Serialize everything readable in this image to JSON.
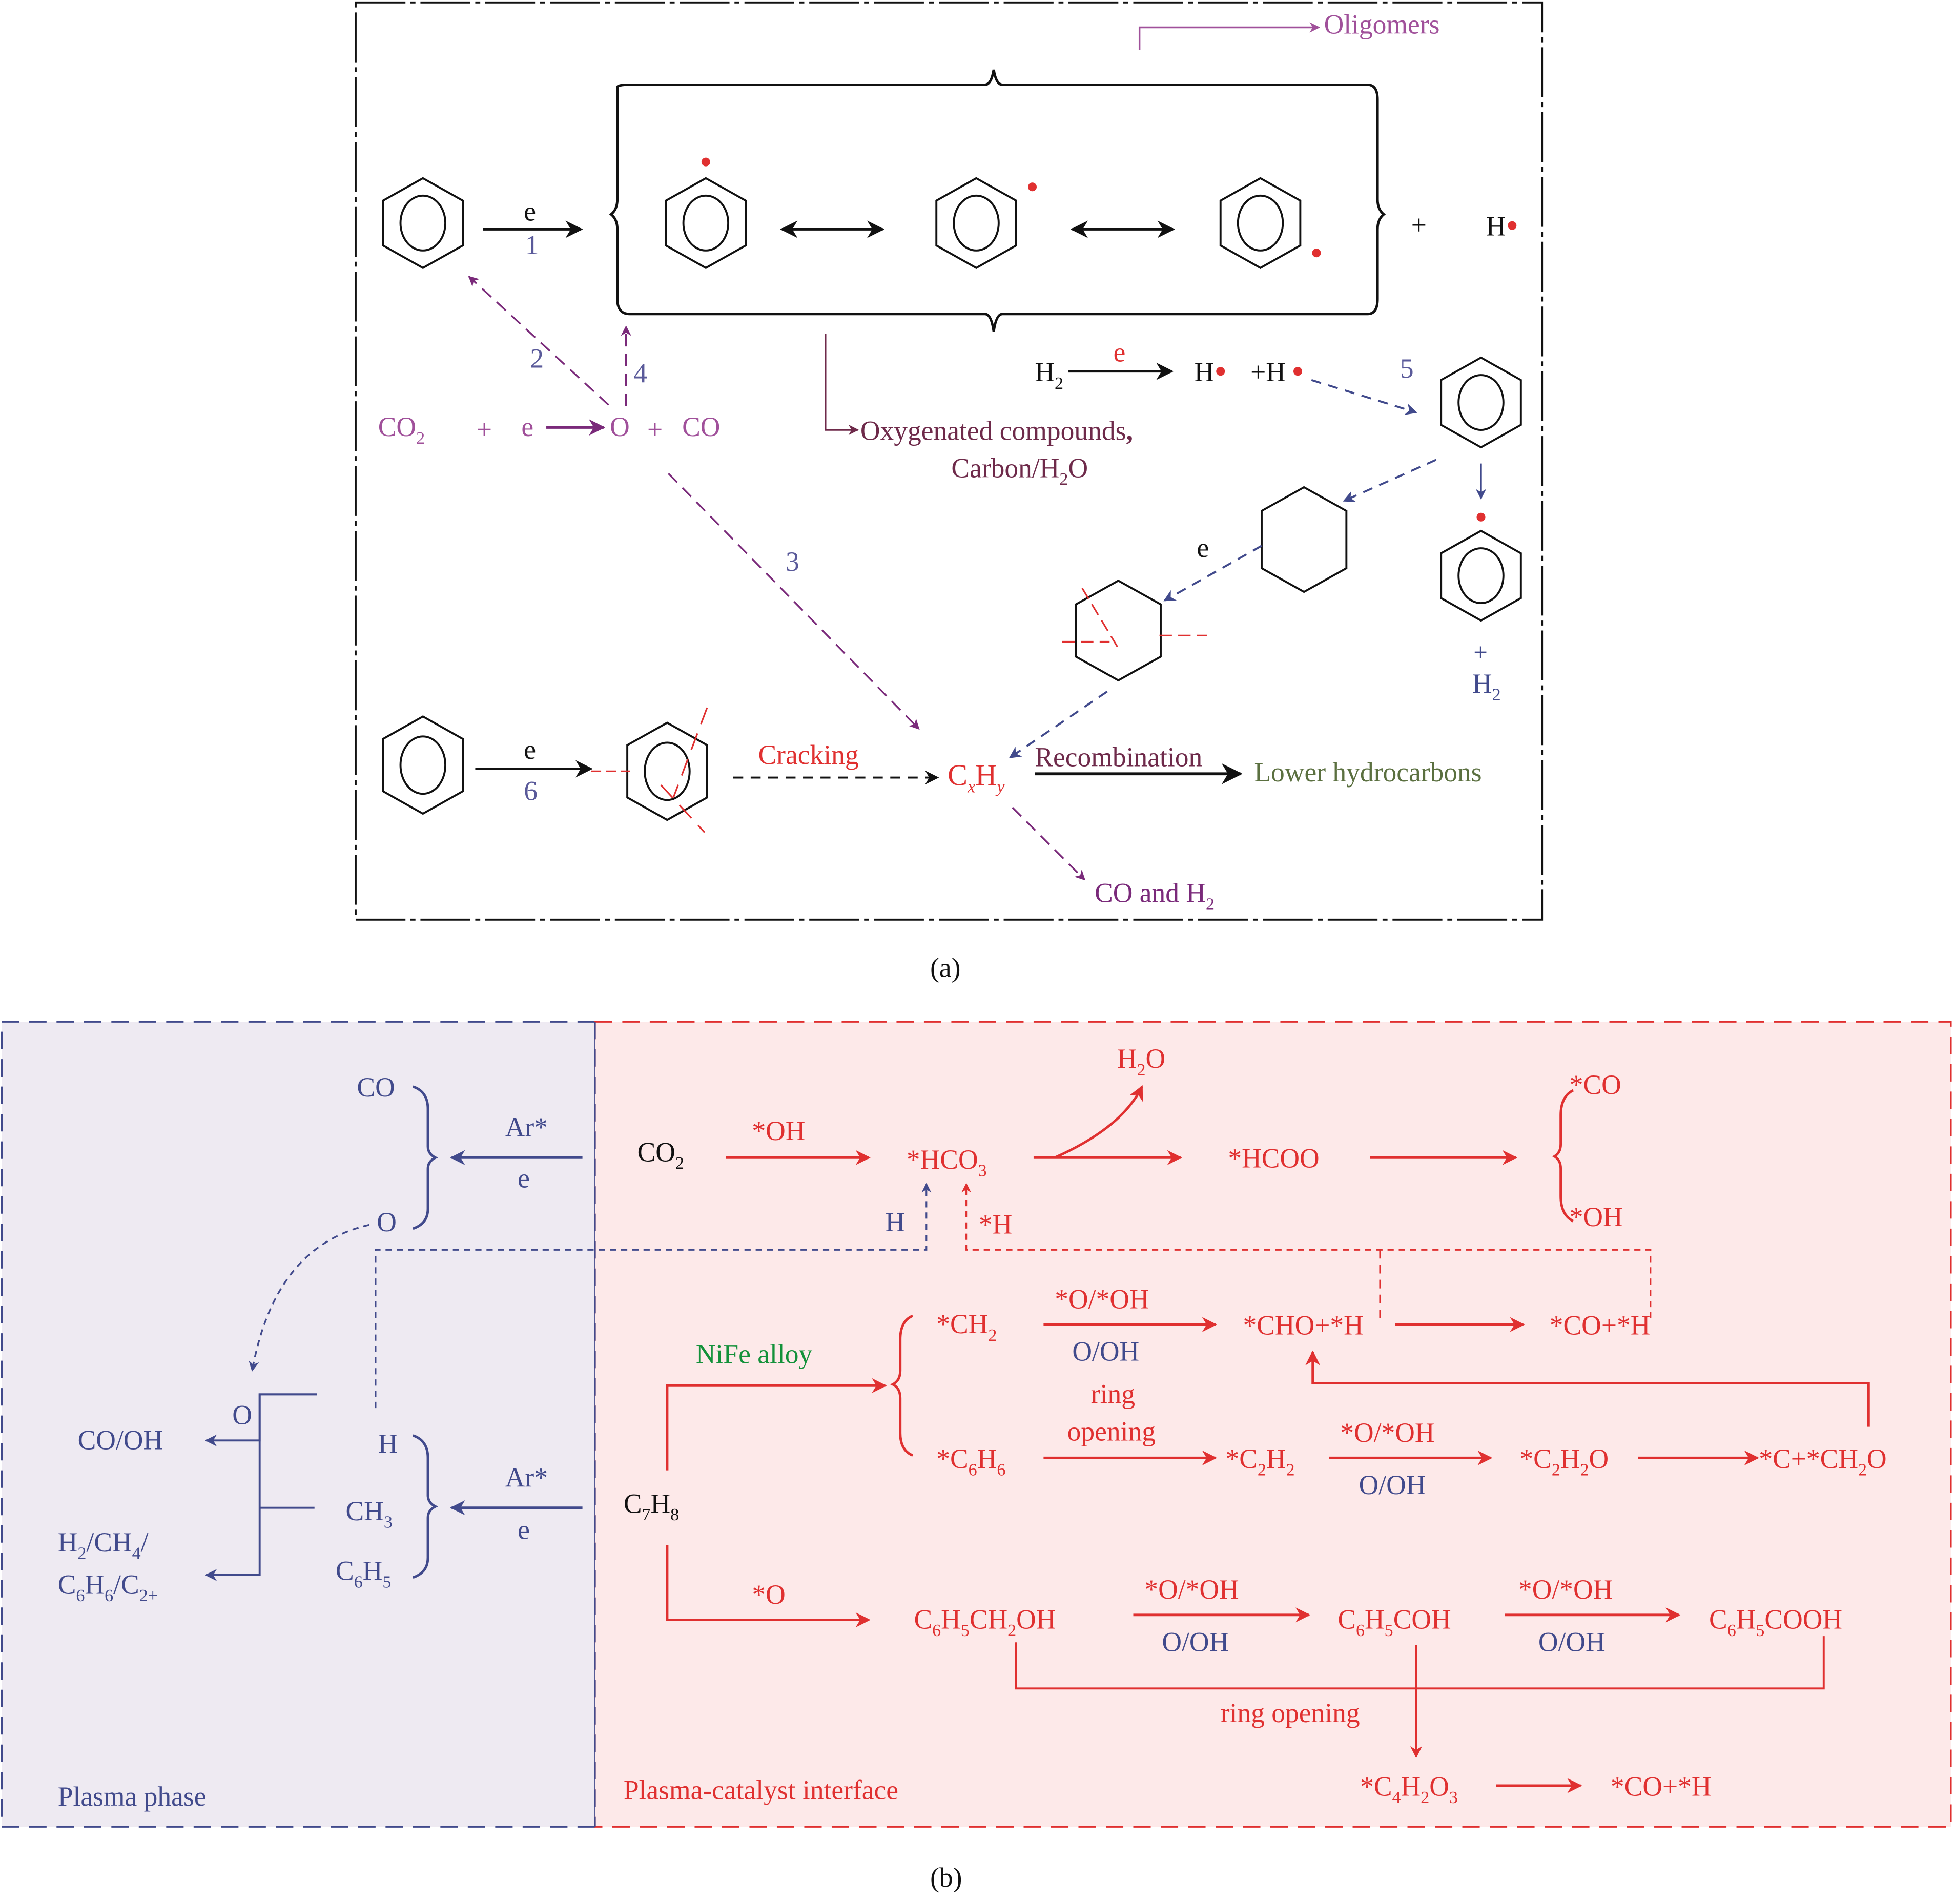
{
  "colors": {
    "black": "#111111",
    "oligomer_purple": "#a0509a",
    "plum": "#6e2a4a",
    "step_number": "#5a5a9a",
    "red": "#e03030",
    "olive_green": "#5b7040",
    "dark_purple": "#7a2a7a",
    "navy": "#414a8c",
    "green": "#13913a",
    "plasma_phase_bg": "#eeeaf2",
    "interface_bg": "#fde9e9"
  },
  "panel_a": {
    "caption": "(a)",
    "oligomers": "Oligomers",
    "reaction1": {
      "label_top": "e",
      "step": "1"
    },
    "plus": "+",
    "h_radical": "H",
    "h2": "H",
    "h2_sub": "2",
    "h2_arrow_label": "e",
    "h_radical_1": "H",
    "h_radical_2": "+H",
    "step5": "5",
    "step2": "2",
    "step4": "4",
    "step3": "3",
    "step6": "6",
    "co2": "CO",
    "co2_sub": "2",
    "co2_plus": "+",
    "co2_e": "e",
    "o_product": "O",
    "co_plus": "+",
    "co_product": "CO",
    "oxygenated_line1": "Oxygenated compounds",
    "oxygenated_comma": ",",
    "oxygenated_line2_a": "Carbon/H",
    "oxygenated_line2_sub": "2",
    "oxygenated_line2_b": "O",
    "cyclohexane_e": "e",
    "h2_product_plus": "+",
    "h2_product": "H",
    "h2_product_sub": "2",
    "reaction6_label": "e",
    "cracking": "Cracking",
    "cxhy_c": "C",
    "cxhy_x": "x",
    "cxhy_h": "H",
    "cxhy_y": "y",
    "recombination": "Recombination",
    "lower_hydrocarbons": "Lower hydrocarbons",
    "co_and_h2": "CO and H",
    "co_and_h2_sub": "2"
  },
  "panel_b": {
    "caption": "(b)",
    "plasma_phase": {
      "title": "Plasma phase",
      "co": "CO",
      "o_top": "O",
      "ar_top": "Ar*",
      "e_top": "e",
      "o_mid": "O",
      "co_oh": "CO/OH",
      "h": "H",
      "ch3": "CH",
      "ch3_sub": "3",
      "c6h5_c": "C",
      "c6h5_6": "6",
      "c6h5_h": "H",
      "c6h5_5": "5",
      "ar_bottom": "Ar*",
      "e_bottom": "e",
      "products_line1": [
        "H",
        "2",
        "/CH",
        "4",
        "/"
      ],
      "products_line2": [
        "C",
        "6",
        "H",
        "6",
        "/C",
        "2+"
      ]
    },
    "interface": {
      "title": "Plasma-catalyst interface",
      "co2": "CO",
      "co2_sub": "2",
      "oh_label": "*OH",
      "hco3": "*HCO",
      "hco3_sub": "3",
      "h2o": "H",
      "h2o_sub": "2",
      "h2o_o": "O",
      "hcoo": "*HCOO",
      "co_star": "*CO",
      "oh_star": "*OH",
      "h_blue": "H",
      "h_star": "*H",
      "ch2": "*CH",
      "ch2_sub": "2",
      "o_oh_top1": "*O/*OH",
      "o_oh_bot1": "O/OH",
      "cho_h": "*CHO+*H",
      "co_h_1": "*CO+*H",
      "nife": "NiFe alloy",
      "ring_opening_1a": "ring",
      "ring_opening_1b": "opening",
      "c6h6": [
        "*C",
        "6",
        "H",
        "6"
      ],
      "c2h2": [
        "*C",
        "2",
        "H",
        "2"
      ],
      "o_oh_top2": "*O/*OH",
      "o_oh_bot2": "O/OH",
      "c2h2o": [
        "*C",
        "2",
        "H",
        "2",
        "O"
      ],
      "c_ch2o": [
        "*C+*CH",
        "2",
        "O"
      ],
      "c7h8": [
        "C",
        "7",
        "H",
        "8"
      ],
      "o_star": "*O",
      "benzyl_alcohol": [
        "C",
        "6",
        "H",
        "5",
        "CH",
        "2",
        "OH"
      ],
      "o_oh_top3": "*O/*OH",
      "o_oh_bot3": "O/OH",
      "benzaldehyde": [
        "C",
        "6",
        "H",
        "5",
        "COH"
      ],
      "o_oh_top4": "*O/*OH",
      "o_oh_bot4": "O/OH",
      "benzoic_acid": [
        "C",
        "6",
        "H",
        "5",
        "COOH"
      ],
      "ring_opening_2": "ring opening",
      "c4h2o3": [
        "*C",
        "4",
        "H",
        "2",
        "O",
        "3"
      ],
      "co_h_2": "*CO+*H"
    }
  }
}
